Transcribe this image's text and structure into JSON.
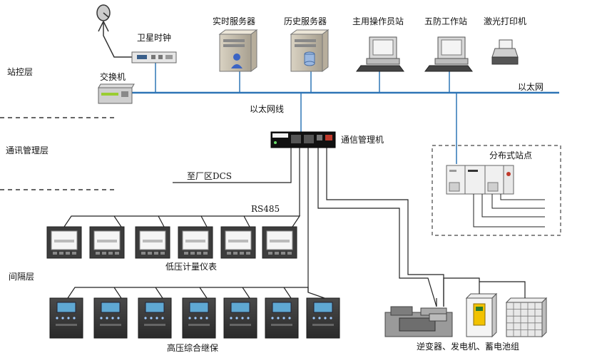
{
  "layers": {
    "station": "站控层",
    "comm": "通讯管理层",
    "bay": "间隔层"
  },
  "nodes": {
    "gps_clock": "卫星时钟",
    "switch": "交换机",
    "realtime_server": "实时服务器",
    "history_server": "历史服务器",
    "operator_station": "主用操作员站",
    "five_defense_station": "五防工作站",
    "laser_printer": "激光打印机",
    "comm_manager": "通信管理机",
    "distributed_station": "分布式站点",
    "lv_meters": "低压计量仪表",
    "hv_relays": "高压综合继保",
    "generation_group": "逆变器、发电机、蓄电池组"
  },
  "links": {
    "ethernet": "以太网",
    "ethernet_cable": "以太网线",
    "to_plant_dcs": "至厂区DCS",
    "rs485": "RS485"
  },
  "colors": {
    "ethernet_bus": "#2E75B6",
    "wire": "#222222",
    "device_dark": "#3a3a3a"
  }
}
